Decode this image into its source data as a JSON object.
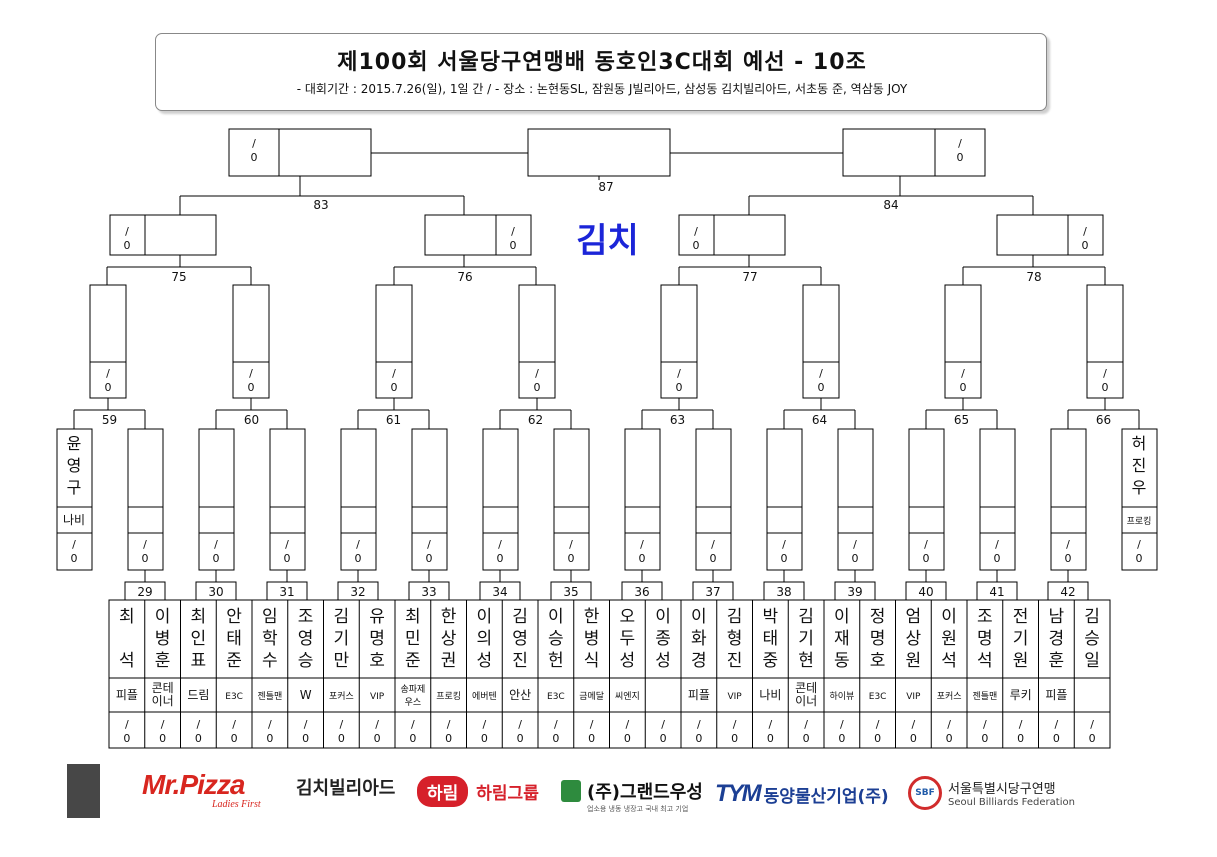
{
  "header": {
    "title": "제100회 서울당구연맹배 동호인3C대회 예선 - 10조",
    "subtitle": "- 대회기간 : 2015.7.26(일), 1일 간 / - 장소 : 논현동SL, 잠원동 J빌리아드, 삼성동 김치빌리아드, 서초동 준, 역삼동 JOY"
  },
  "venue": "김치",
  "score_placeholder": "/\n0",
  "final": {
    "match_no": "87"
  },
  "semi_matches": [
    "83",
    "84"
  ],
  "quarter_matches": [
    "75",
    "76",
    "77",
    "78"
  ],
  "round2_matches": [
    "59",
    "60",
    "61",
    "62",
    "63",
    "64",
    "65",
    "66"
  ],
  "byes": [
    {
      "name": "윤영구",
      "club": "나비"
    },
    {
      "name": "허진우",
      "club": "프로킹"
    }
  ],
  "round1_matches": [
    {
      "no": "29",
      "a": {
        "name": "최석",
        "club": "피플"
      },
      "b": {
        "name": "이병훈",
        "club": "콘테이너"
      }
    },
    {
      "no": "30",
      "a": {
        "name": "최인표",
        "club": "드림"
      },
      "b": {
        "name": "안태준",
        "club": "E3C"
      }
    },
    {
      "no": "31",
      "a": {
        "name": "임학수",
        "club": "젠틀맨"
      },
      "b": {
        "name": "조영승",
        "club": "W"
      }
    },
    {
      "no": "32",
      "a": {
        "name": "김기만",
        "club": "포커스"
      },
      "b": {
        "name": "유명호",
        "club": "VIP"
      }
    },
    {
      "no": "33",
      "a": {
        "name": "최민준",
        "club": "송파제우스"
      },
      "b": {
        "name": "한상권",
        "club": "프로킹"
      }
    },
    {
      "no": "34",
      "a": {
        "name": "이의성",
        "club": "에버텐"
      },
      "b": {
        "name": "김영진",
        "club": "안산"
      }
    },
    {
      "no": "35",
      "a": {
        "name": "이승헌",
        "club": "E3C"
      },
      "b": {
        "name": "한병식",
        "club": "금메달"
      }
    },
    {
      "no": "36",
      "a": {
        "name": "오두성",
        "club": "씨엔지"
      },
      "b": {
        "name": "이종성",
        "club": ""
      }
    },
    {
      "no": "37",
      "a": {
        "name": "이화경",
        "club": "피플"
      },
      "b": {
        "name": "김형진",
        "club": "VIP"
      }
    },
    {
      "no": "38",
      "a": {
        "name": "박태중",
        "club": "나비"
      },
      "b": {
        "name": "김기현",
        "club": "콘테이너"
      }
    },
    {
      "no": "39",
      "a": {
        "name": "이재동",
        "club": "하이뷰"
      },
      "b": {
        "name": "정명호",
        "club": "E3C"
      }
    },
    {
      "no": "40",
      "a": {
        "name": "엄상원",
        "club": "VIP"
      },
      "b": {
        "name": "이원석",
        "club": "포커스"
      }
    },
    {
      "no": "41",
      "a": {
        "name": "조명석",
        "club": "젠틀맨"
      },
      "b": {
        "name": "전기원",
        "club": "루키"
      }
    },
    {
      "no": "42",
      "a": {
        "name": "남경훈",
        "club": "피플"
      },
      "b": {
        "name": "김승일",
        "club": ""
      }
    }
  ],
  "sponsors": {
    "mrpizza": {
      "name": "Mr.Pizza",
      "tagline": "Ladies First"
    },
    "kimchi": {
      "name": "김치빌리아드"
    },
    "harim": {
      "badge": "하림",
      "name": "하림그룹"
    },
    "grand": {
      "name": "(주)그랜드우성",
      "tagline": "업소용 냉동 냉장고 국내 최고 기업"
    },
    "dongyang": {
      "logo": "TYM",
      "name": "동양물산기업(주)"
    },
    "seoul": {
      "emblem": "SBF",
      "name_kr": "서울특별시당구연맹",
      "name_en": "Seoul Billiards Federation"
    }
  }
}
